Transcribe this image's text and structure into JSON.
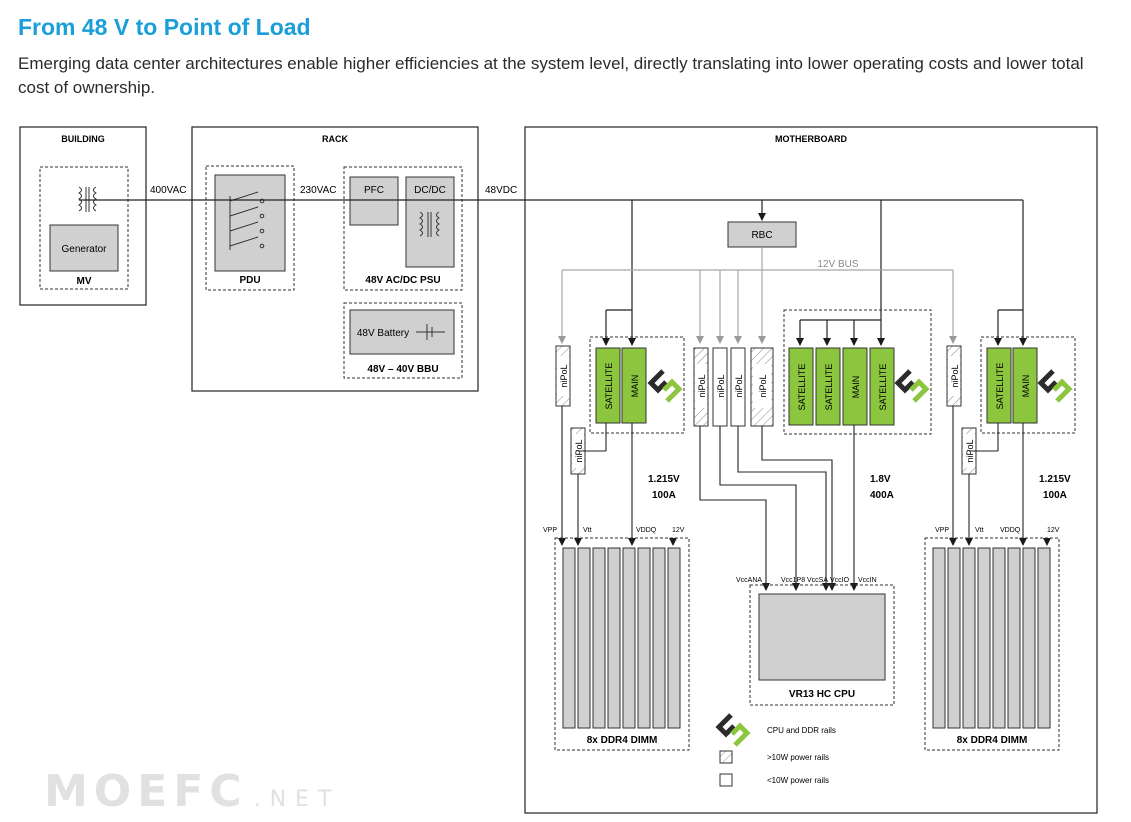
{
  "header": {
    "title": "From 48 V to Point of Load",
    "subtitle": "Emerging data center architectures enable higher efficiencies at the system level, directly translating into lower operating costs and lower total cost of ownership."
  },
  "blocks": {
    "building": "BUILDING",
    "generator": "Generator",
    "mv": "MV",
    "rack": "RACK",
    "pdu": "PDU",
    "pfc": "PFC",
    "dcdc": "DC/DC",
    "psu": "48V AC/DC PSU",
    "battery": "48V Battery",
    "bbu": "48V – 40V BBU",
    "motherboard": "MOTHERBOARD",
    "rbc": "RBC",
    "bus12v": "12V BUS",
    "cpu": "VR13 HC CPU",
    "dimm": "8x DDR4 DIMM"
  },
  "wires": {
    "v400ac": "400VAC",
    "v230ac": "230VAC",
    "v48dc": "48VDC"
  },
  "modules": {
    "satellite": "SATELLITE",
    "main": "MAIN",
    "nipol": "niPoL"
  },
  "ratings": {
    "left_v": "1.215V",
    "left_a": "100A",
    "center_v": "1.8V",
    "center_a": "400A",
    "right_v": "1.215V",
    "right_a": "100A"
  },
  "rails": {
    "vpp": "VPP",
    "vtt": "Vtt",
    "vddq": "VDDQ",
    "v12": "12V",
    "vccana": "VccANA",
    "vcc1p8": "Vcc1P8",
    "vccsa": "VccSA",
    "vccio": "VccIO",
    "vccin": "VccIN"
  },
  "legend": {
    "cpu_ddr": "CPU and DDR rails",
    "gt10w": ">10W power rails",
    "lt10w": "<10W power rails"
  },
  "watermark": {
    "main": "MOEFC",
    "net": ".NET"
  },
  "colors": {
    "accent": "#1a9fd9",
    "module_green": "#8cc63f",
    "block_gray": "#d0d0d0",
    "bus_gray": "#b5b5b5"
  }
}
